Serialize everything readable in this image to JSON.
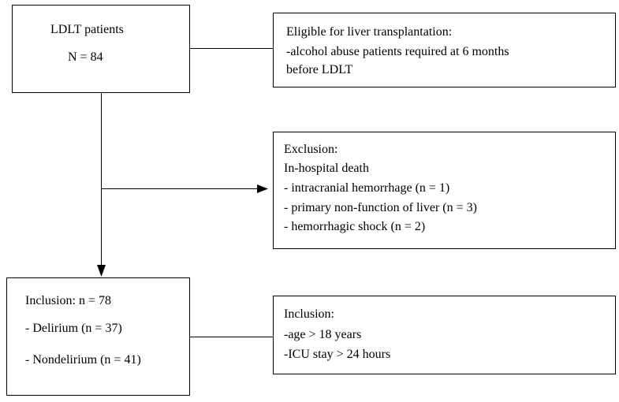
{
  "boxes": {
    "ldlt": {
      "title": "LDLT patients",
      "count": "N = 84"
    },
    "eligible": {
      "line1": "Eligible  for liver transplantation:",
      "line2": "-alcohol abuse patients required at 6  months",
      "line3": "before LDLT"
    },
    "exclusion": {
      "line1": "Exclusion:",
      "line2": "In-hospital death",
      "line3": "- intracranial hemorrhage (n = 1)",
      "line4": "- primary non-function of liver  (n = 3)",
      "line5": "- hemorrhagic shock (n = 2)"
    },
    "inclusion_main": {
      "line1": "Inclusion: n = 78",
      "line2": "- Delirium  (n = 37)",
      "line3": "- Nondelirium (n = 41)"
    },
    "inclusion_criteria": {
      "line1": "Inclusion:",
      "line2": "-age > 18 years",
      "line3": "-ICU stay > 24 hours"
    }
  }
}
